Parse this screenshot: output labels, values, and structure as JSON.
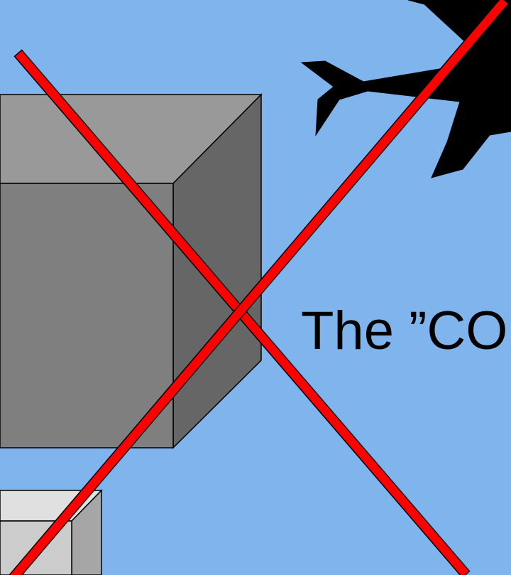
{
  "slide": {
    "caption": "The ”CO"
  },
  "icons": {
    "airplane": "airplane-silhouette",
    "cross": "red-x-cross-out"
  },
  "colors": {
    "background": "#7fb4ec",
    "cross": "#ff0000",
    "cube_front": "#7f7f7f",
    "cube_top": "#999999",
    "cube_side": "#666666",
    "small_cube": "#cccccc"
  }
}
